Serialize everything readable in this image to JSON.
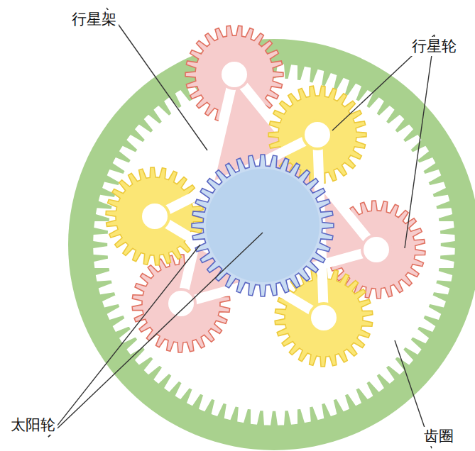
{
  "diagram": {
    "labels": [
      "行星架",
      "行星轮",
      "太阳轮",
      "齿圈"
    ]
  }
}
